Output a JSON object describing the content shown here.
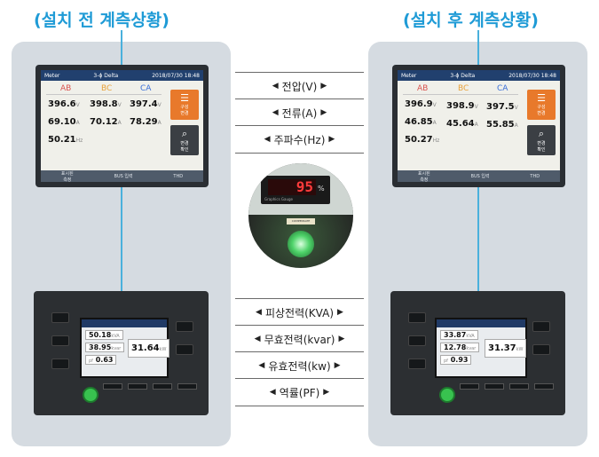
{
  "titles": {
    "before": "(설치 전 계측상황)",
    "after": "(설치 후 계측상황)"
  },
  "labels": [
    "전압(V)",
    "전류(A)",
    "주파수(Hz)",
    "피상전력(KVA)",
    "무효전력(kvar)",
    "유효전력(kw)",
    "역률(PF)"
  ],
  "arrows": {
    "left": "◀",
    "right": "▶"
  },
  "meter_header": {
    "app": "Meter",
    "mode": "3-ϕ Delta",
    "date": "2018/07/30 18:48"
  },
  "phases": [
    "AB",
    "BC",
    "CA"
  ],
  "phase_colors": [
    "#d9534f",
    "#e8a13a",
    "#3a6fd8"
  ],
  "units": {
    "V": "V",
    "A": "A",
    "Hz": "Hz",
    "kVA": "kVA",
    "kvar": "kvar",
    "kW": "kW",
    "pf": "pf"
  },
  "buttons": {
    "orange": "구성\n변경",
    "dark": "변경\n확인"
  },
  "footer": [
    "표시된\n측정",
    "BUS 입력",
    "THD"
  ],
  "before": {
    "voltages": [
      "396.6",
      "398.8",
      "397.4"
    ],
    "currents": [
      "69.10",
      "70.12",
      "78.29"
    ],
    "frequency": "50.21",
    "kva": "50.18",
    "kvar": "38.95",
    "kw": "31.64",
    "pf": "0.63"
  },
  "after": {
    "voltages": [
      "396.9",
      "398.9",
      "397.5"
    ],
    "currents": [
      "46.85",
      "45.64",
      "55.85"
    ],
    "frequency": "50.27",
    "kva": "33.87",
    "kvar": "12.78",
    "kw": "31.37",
    "pf": "0.93"
  },
  "display_reading": "95",
  "display_unit": "%",
  "display_brand": "Graphics Gauge",
  "compensate_label": "COMPENSATE",
  "colors": {
    "title": "#1f9bd6",
    "panel": "#d5dbe1",
    "line": "#4ab0dc"
  }
}
